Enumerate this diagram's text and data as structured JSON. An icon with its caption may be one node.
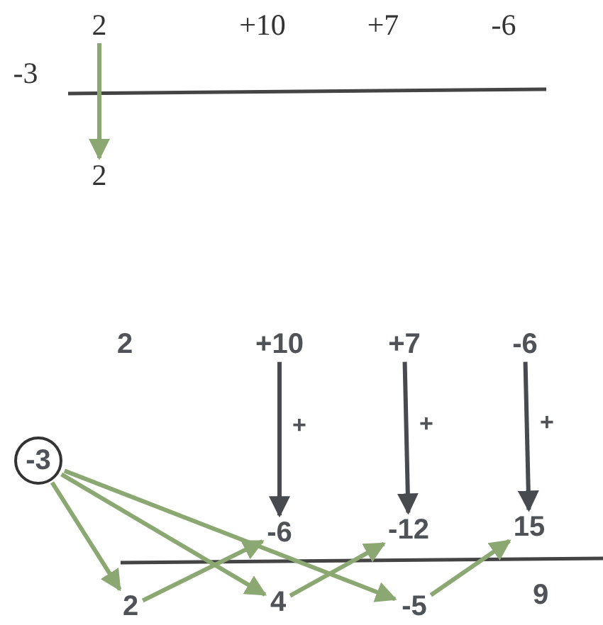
{
  "diagram": {
    "nodes": [
      {
        "text": [
          "2"
        ]
      },
      {
        "text": [
          "+10"
        ]
      },
      {
        "text": [
          "+7"
        ]
      },
      {
        "text": [
          "-6"
        ]
      },
      {
        "text": [
          "-3"
        ]
      },
      {
        "text": [
          "2"
        ]
      },
      {
        "text": [
          "2"
        ]
      },
      {
        "text": [
          "+10"
        ]
      },
      {
        "text": [
          "+7"
        ]
      },
      {
        "text": [
          "-6"
        ]
      },
      {
        "text": [
          "-3"
        ]
      },
      {
        "text": [
          "-6"
        ]
      },
      {
        "text": [
          "-12"
        ]
      },
      {
        "text": [
          "15"
        ]
      },
      {
        "text": [
          "2"
        ]
      },
      {
        "text": [
          "4"
        ]
      },
      {
        "text": [
          "-5"
        ]
      },
      {
        "text": [
          "9"
        ]
      }
    ],
    "edges": [
      {
        "from": 0,
        "to": 5,
        "arrow": "to"
      },
      {
        "from": 7,
        "to": 11,
        "arrow": "to",
        "label": "+",
        "color": "#474a4e"
      },
      {
        "from": 8,
        "to": 12,
        "arrow": "to",
        "label": "+",
        "color": "#474a4e"
      },
      {
        "from": 9,
        "to": 13,
        "arrow": "to",
        "label": "+",
        "color": "#474a4e"
      },
      {
        "from": 10,
        "to": 14,
        "arrow": "to"
      },
      {
        "from": 10,
        "to": 15,
        "arrow": "to"
      },
      {
        "from": 10,
        "to": 16,
        "arrow": "to"
      },
      {
        "from": 14,
        "to": 11,
        "arrow": "to"
      },
      {
        "from": 15,
        "to": 12,
        "arrow": "to"
      },
      {
        "from": 16,
        "to": 13,
        "arrow": "to"
      }
    ]
  }
}
